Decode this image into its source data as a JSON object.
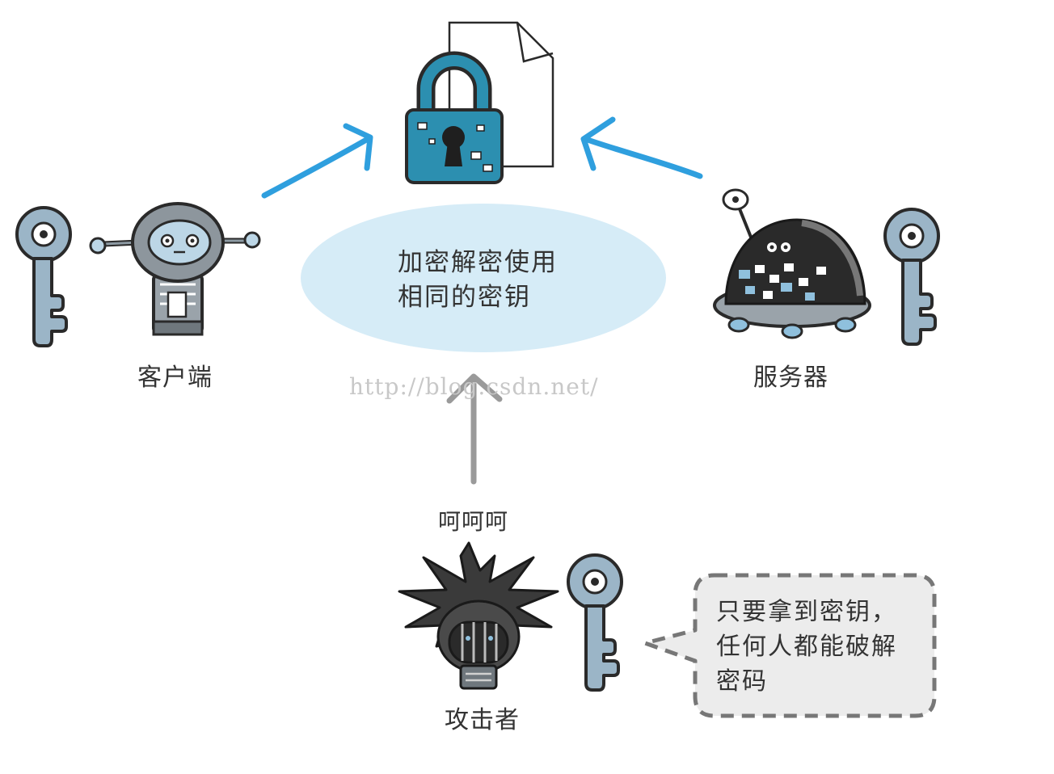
{
  "center_note": {
    "line1": "加密解密使用",
    "line2": "相同的密钥"
  },
  "client": {
    "label": "客户端"
  },
  "server": {
    "label": "服务器"
  },
  "attacker": {
    "label": "攻击者",
    "laugh": "呵呵呵"
  },
  "speech_bubble": {
    "line1": "只要拿到密钥，",
    "line2": "任何人都能破解",
    "line3": "密码"
  },
  "watermark": "http://blog.csdn.net/",
  "colors": {
    "arrow_blue": "#2f9fde",
    "lock_teal": "#2c8fb0",
    "key_blue": "#9bb5c7",
    "ellipse_fill": "#d6ecf7",
    "bubble_fill": "#ececec",
    "outline": "#2a2a2a",
    "up_arrow_gray": "#9a9a9a"
  },
  "icons": {
    "document": "document-icon",
    "padlock": "padlock-icon",
    "key": "key-icon",
    "client_robot": "client-robot-icon",
    "server_robot": "server-robot-icon",
    "attacker": "attacker-icon"
  }
}
